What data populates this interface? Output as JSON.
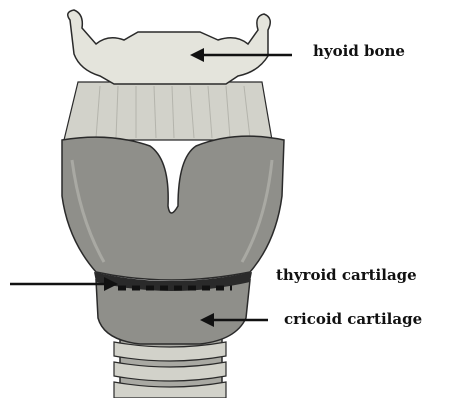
{
  "labels": {
    "hyoid": "hyoid bone",
    "thyroid": "thyroid cartilage",
    "cricoid": "cricoid cartilage"
  },
  "colors": {
    "background": "#ffffff",
    "bone": "#e4e4dc",
    "membrane": "#d2d2ca",
    "cartilage": "#8f8f8a",
    "cartilage_light": "#a9a9a3",
    "ring": "#b9b9b2",
    "outline": "#2a2a2a",
    "arrow": "#111111"
  }
}
